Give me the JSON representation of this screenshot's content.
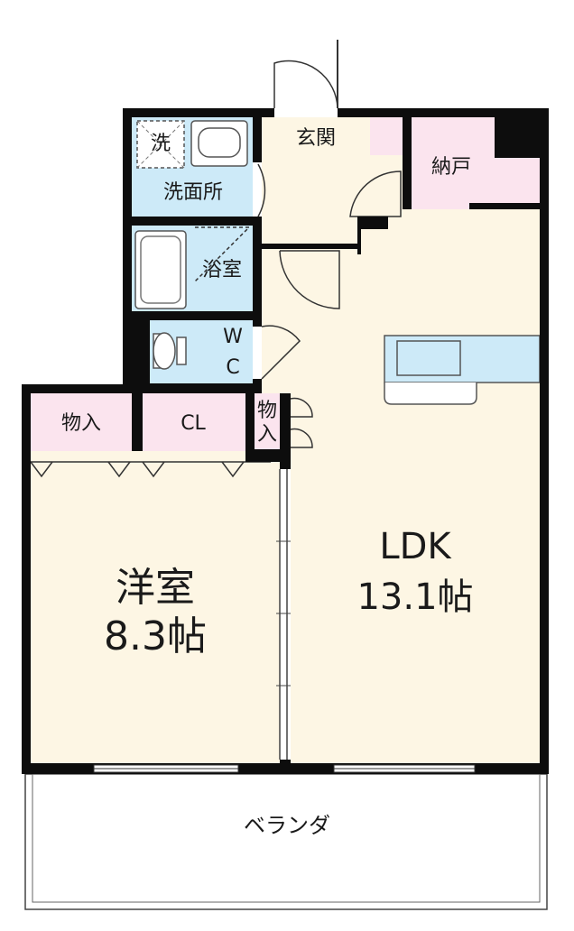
{
  "rooms": {
    "wash_mark": "洗",
    "washroom": "洗面所",
    "entrance": "玄関",
    "closet_nando": "納戸",
    "bath": "浴室",
    "wc_w": "W",
    "wc_c": "C",
    "storage_left": "物入",
    "closet_cl": "CL",
    "storage_small_1": "物",
    "storage_small_2": "入",
    "western_name": "洋室",
    "western_size": "8.3帖",
    "ldk_name": "LDK",
    "ldk_size": "13.1帖",
    "balcony": "ベランダ"
  },
  "colors": {
    "living": "#fdf6e4",
    "wet_area": "#cdeaf8",
    "storage": "#fbe4ee",
    "wall": "#0d0d0d"
  }
}
